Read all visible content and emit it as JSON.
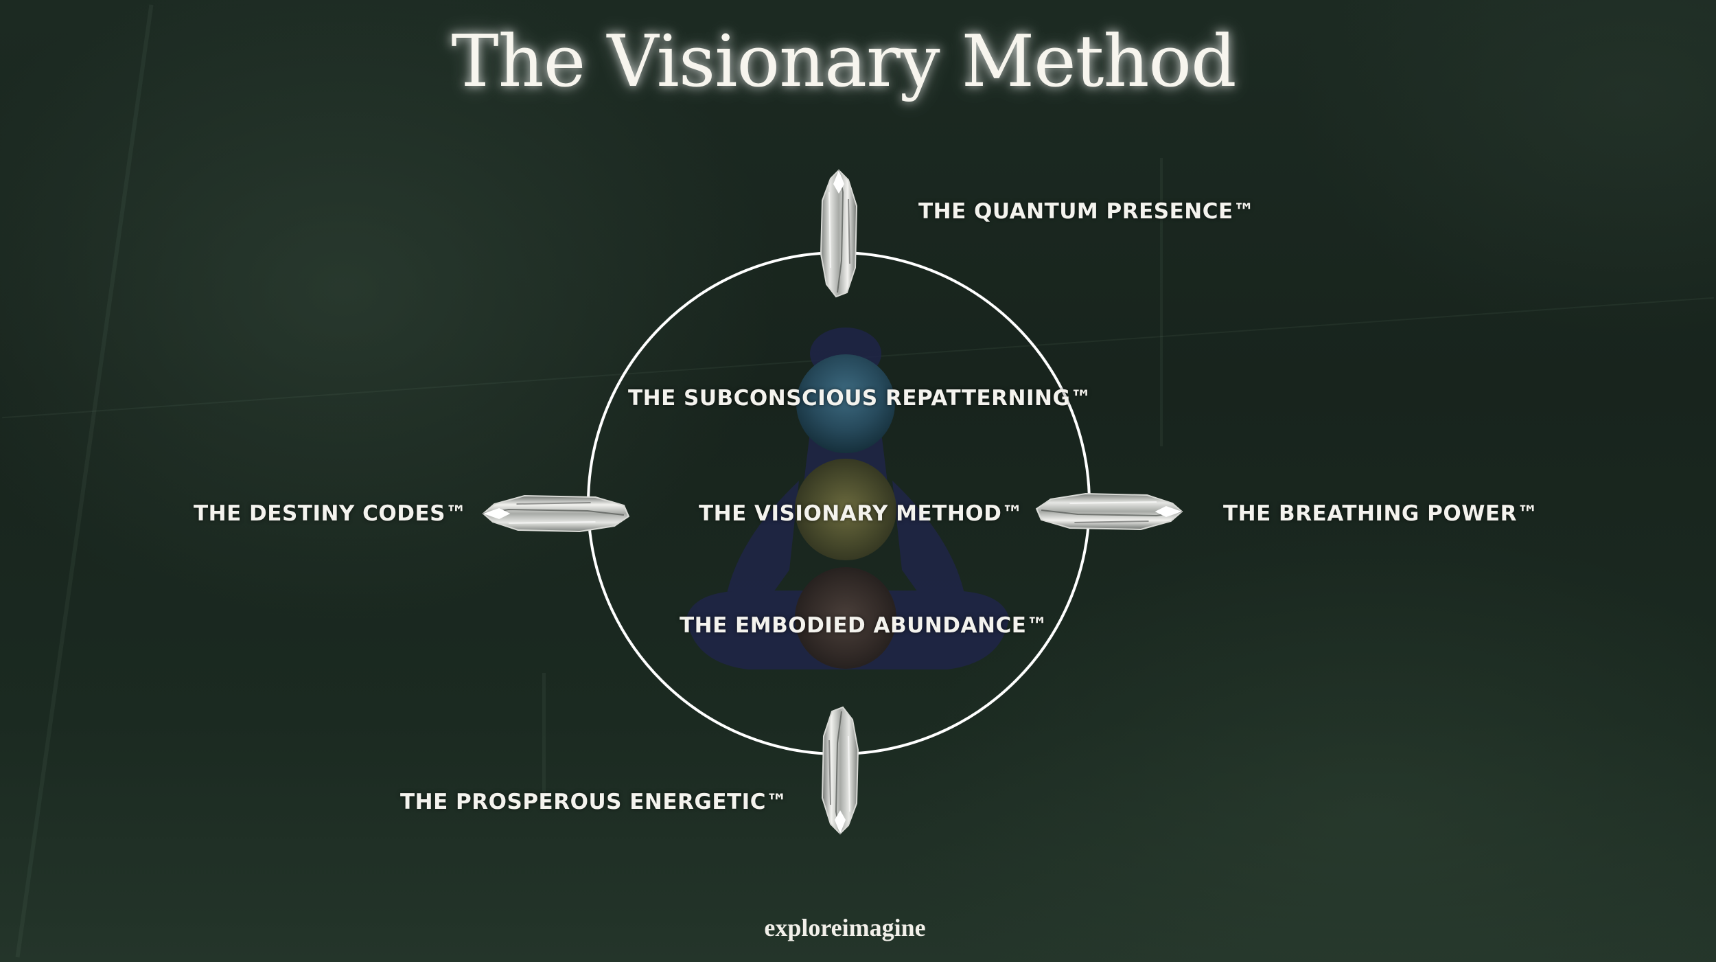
{
  "title": "The Visionary Method",
  "pillars": {
    "top": "THE QUANTUM PRESENCE™",
    "left": "THE DESTINY CODES™",
    "right": "THE BREATHING POWER™",
    "bottom": "THE PROSPEROUS ENERGETIC™"
  },
  "centers": {
    "upper": "THE SUBCONSCIOUS REPATTERNING™",
    "middle": "THE VISIONARY METHOD™",
    "lower": "THE EMBODIED ABUNDANCE™"
  },
  "footer": "exploreimagine",
  "colors": {
    "background": "#1a271f",
    "text": "#f4f3ee",
    "ring": "#ffffff",
    "silhouette": "#1f2548"
  },
  "icons": {
    "crystal": "quartz-crystal-icon",
    "figure": "meditating-figure-icon"
  }
}
